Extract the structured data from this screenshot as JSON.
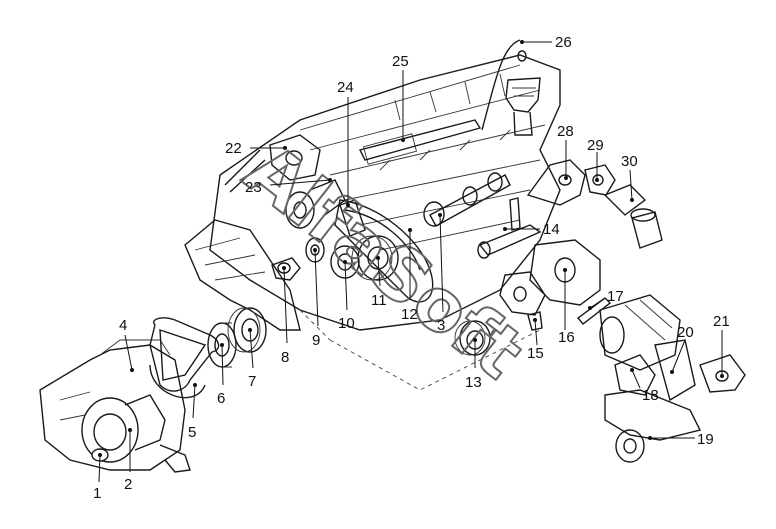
{
  "callouts": [
    {
      "id": "1",
      "label": "1"
    },
    {
      "id": "2",
      "label": "2"
    },
    {
      "id": "3",
      "label": "3"
    },
    {
      "id": "4",
      "label": "4"
    },
    {
      "id": "5",
      "label": "5"
    },
    {
      "id": "6",
      "label": "6"
    },
    {
      "id": "7",
      "label": "7"
    },
    {
      "id": "8",
      "label": "8"
    },
    {
      "id": "9",
      "label": "9"
    },
    {
      "id": "10",
      "label": "10"
    },
    {
      "id": "11",
      "label": "11"
    },
    {
      "id": "12",
      "label": "12"
    },
    {
      "id": "13",
      "label": "13"
    },
    {
      "id": "14",
      "label": "14"
    },
    {
      "id": "15",
      "label": "15"
    },
    {
      "id": "16",
      "label": "16"
    },
    {
      "id": "17",
      "label": "17"
    },
    {
      "id": "18",
      "label": "18"
    },
    {
      "id": "19",
      "label": "19"
    },
    {
      "id": "20",
      "label": "20"
    },
    {
      "id": "21",
      "label": "21"
    },
    {
      "id": "22",
      "label": "22"
    },
    {
      "id": "23",
      "label": "23"
    },
    {
      "id": "24",
      "label": "24"
    },
    {
      "id": "25",
      "label": "25"
    },
    {
      "id": "26",
      "label": "26"
    },
    {
      "id": "28",
      "label": "28"
    },
    {
      "id": "29",
      "label": "29"
    },
    {
      "id": "30",
      "label": "30"
    }
  ],
  "watermark": {
    "text": "AlfaSoft"
  },
  "colors": {
    "ink": "#1a1a1a",
    "background": "#ffffff",
    "watermark": "#666666"
  }
}
